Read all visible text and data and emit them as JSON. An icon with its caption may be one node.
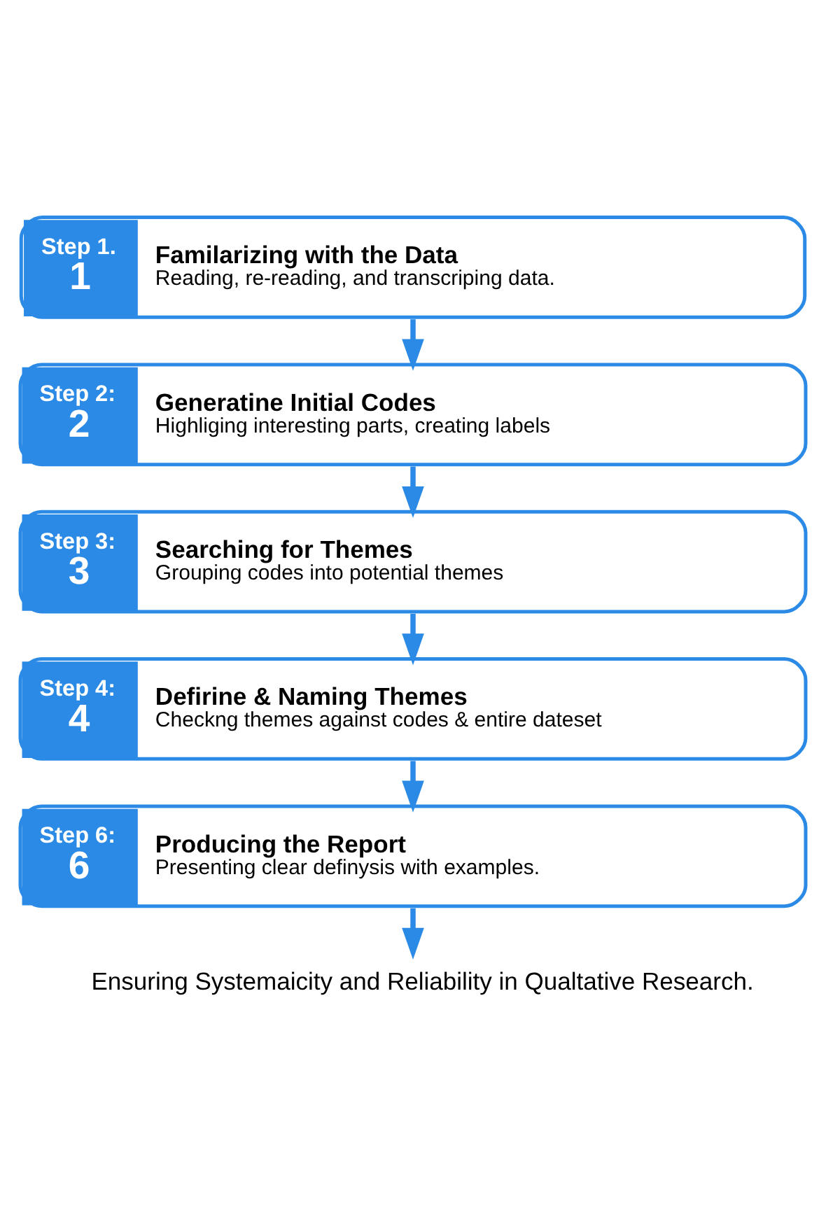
{
  "diagram": {
    "nodes": [
      {
        "text": [
          "Step 1.",
          "1",
          "Familarizing with the Data",
          "Reading, re-reading, and transcriping data."
        ]
      },
      {
        "text": [
          "Step 2:",
          "2",
          "Generatine Initial Codes",
          "Highliging interesting parts, creating labels"
        ]
      },
      {
        "text": [
          "Step 3:",
          "3",
          "Searching for Themes",
          "Grouping codes into potential themes"
        ]
      },
      {
        "text": [
          "Step 4:",
          "4",
          "Defirine & Naming Themes",
          "Checkng themes against codes & entire dateset"
        ]
      },
      {
        "text": [
          "Step 6:",
          "6",
          "Producing the Report",
          "Presenting clear definysis with examples."
        ]
      },
      {
        "text": [
          "Ensuring Systemaicity and Reliability in Qualtative Research."
        ]
      }
    ],
    "edges": [
      {
        "from": 0,
        "to": 1,
        "arrow": "to"
      },
      {
        "from": 1,
        "to": 2,
        "arrow": "to"
      },
      {
        "from": 2,
        "to": 3,
        "arrow": "to"
      },
      {
        "from": 3,
        "to": 4,
        "arrow": "to"
      },
      {
        "from": 4,
        "to": 5,
        "arrow": "to"
      }
    ]
  }
}
